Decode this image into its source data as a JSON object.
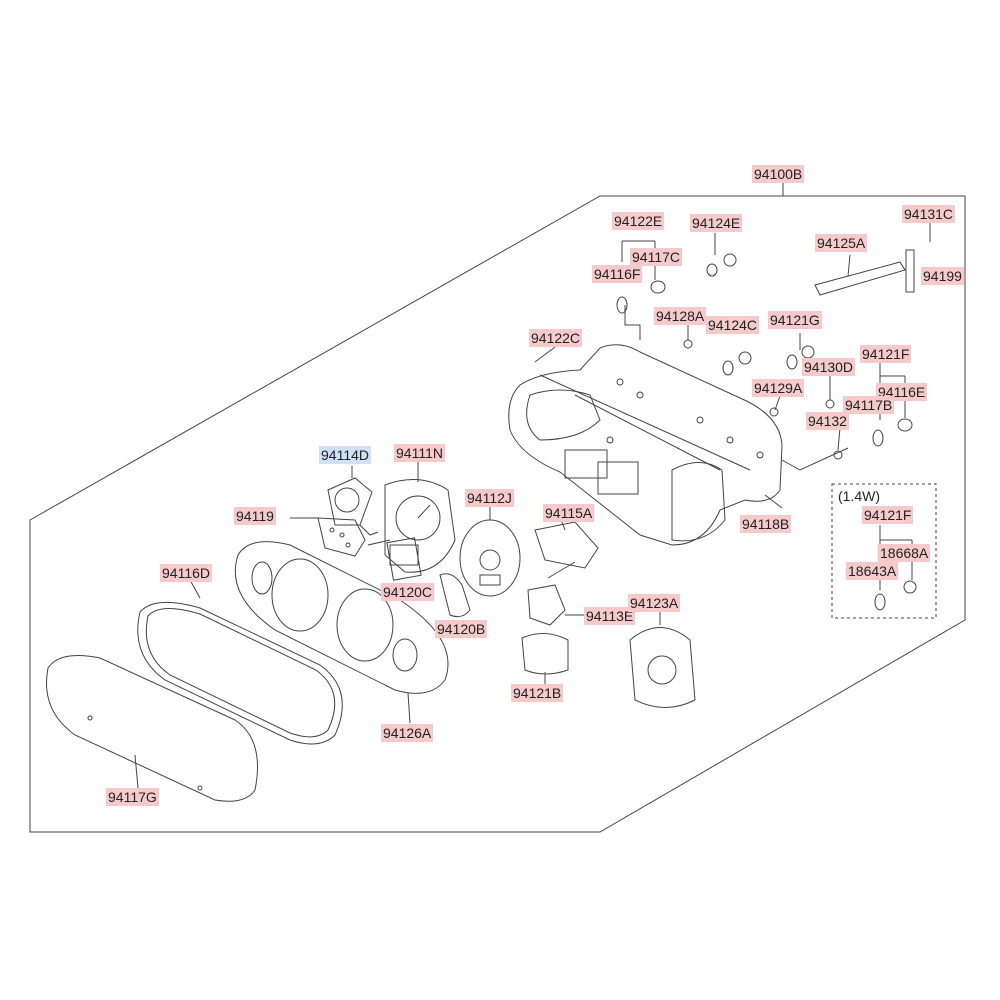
{
  "diagram": {
    "selected_part": "94114D",
    "note_bulb": "(1.4W)",
    "parts": [
      {
        "id": "p94100B",
        "code": "94100B"
      },
      {
        "id": "p94131C",
        "code": "94131C"
      },
      {
        "id": "p94122E",
        "code": "94122E"
      },
      {
        "id": "p94124E",
        "code": "94124E"
      },
      {
        "id": "p94117C",
        "code": "94117C"
      },
      {
        "id": "p94125A",
        "code": "94125A"
      },
      {
        "id": "p94199",
        "code": "94199"
      },
      {
        "id": "p94116F",
        "code": "94116F"
      },
      {
        "id": "p94128A",
        "code": "94128A"
      },
      {
        "id": "p94124C",
        "code": "94124C"
      },
      {
        "id": "p94121G",
        "code": "94121G"
      },
      {
        "id": "p94122C",
        "code": "94122C"
      },
      {
        "id": "p94121F",
        "code": "94121F"
      },
      {
        "id": "p94130D",
        "code": "94130D"
      },
      {
        "id": "p94129A",
        "code": "94129A"
      },
      {
        "id": "p94116E",
        "code": "94116E"
      },
      {
        "id": "p94117B",
        "code": "94117B"
      },
      {
        "id": "p94132",
        "code": "94132"
      },
      {
        "id": "p94114D",
        "code": "94114D"
      },
      {
        "id": "p94111N",
        "code": "94111N"
      },
      {
        "id": "p94112J",
        "code": "94112J"
      },
      {
        "id": "p94115A",
        "code": "94115A"
      },
      {
        "id": "p94118B",
        "code": "94118B"
      },
      {
        "id": "p94119",
        "code": "94119"
      },
      {
        "id": "p94121F2",
        "code": "94121F"
      },
      {
        "id": "p18668A",
        "code": "18668A"
      },
      {
        "id": "p18643A",
        "code": "18643A"
      },
      {
        "id": "p94116D",
        "code": "94116D"
      },
      {
        "id": "p94120C",
        "code": "94120C"
      },
      {
        "id": "p94113E",
        "code": "94113E"
      },
      {
        "id": "p94123A",
        "code": "94123A"
      },
      {
        "id": "p94120B",
        "code": "94120B"
      },
      {
        "id": "p94121B",
        "code": "94121B"
      },
      {
        "id": "p94126A",
        "code": "94126A"
      },
      {
        "id": "p94117G",
        "code": "94117G"
      }
    ]
  }
}
